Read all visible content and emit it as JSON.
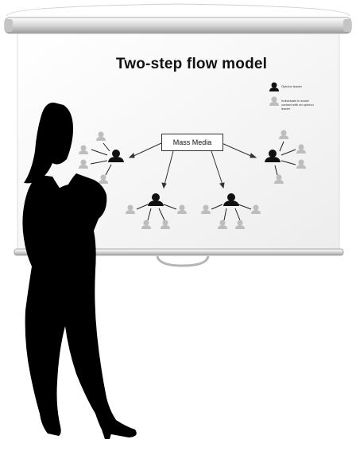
{
  "diagram": {
    "title": "Two-step flow model",
    "center_node": "Mass Media",
    "legend": [
      {
        "icon": "dark-person-icon",
        "label": "Opinion leader"
      },
      {
        "icon": "grey-person-icon",
        "label": "Individuals in social contact with an opinion leader"
      }
    ]
  },
  "colors": {
    "silhouette": "#000000",
    "opinion_leader": "#111111",
    "individual": "#b9b9b9",
    "screen": "#f6f6f6",
    "frame": "#d9d9d9"
  },
  "figure": "woman-silhouette"
}
